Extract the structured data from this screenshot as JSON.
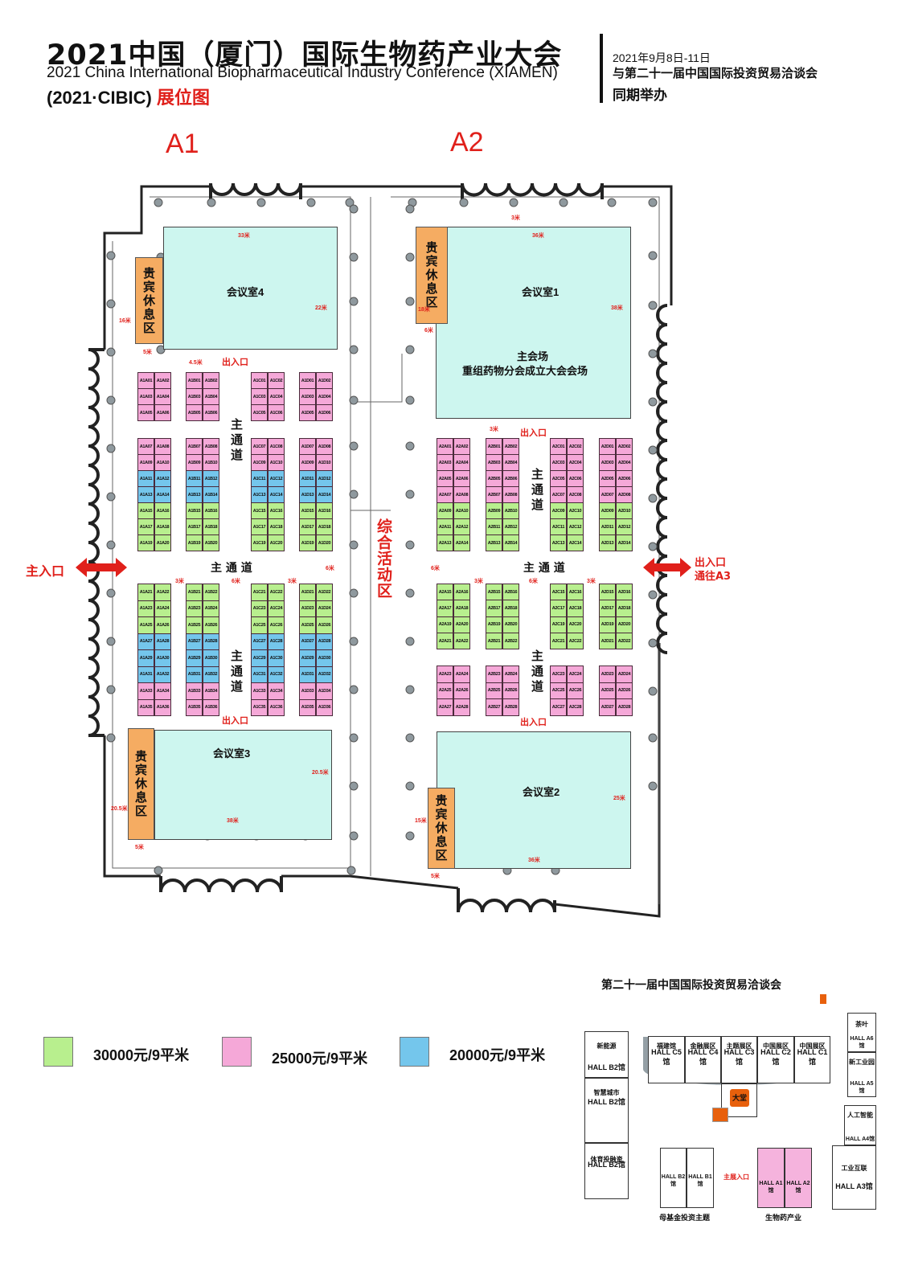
{
  "header": {
    "title": "2021中国（厦门）国际生物药产业大会",
    "subtitle_en": "2021 China International Biopharmaceutical Industry Conference (XIAMEN)",
    "abbr": "(2021·CIBIC)",
    "abbr_red": "展位图",
    "date": "2021年9月8日-11日",
    "concurrent": "与第二十一届中国国际投资贸易洽谈会",
    "concurrent2": "同期举办"
  },
  "halls": {
    "a1": "A1",
    "a2": "A2"
  },
  "rooms": {
    "r4": "会议室4",
    "r1": "会议室1",
    "r1_sub1": "主会场",
    "r1_sub2": "重组药物分会成立大会会场",
    "r3": "会议室3",
    "r2": "会议室2"
  },
  "vip": "贵宾休息区",
  "aisle": "主通道",
  "aisle_h": "主 通 道",
  "activity": "综合活动区",
  "exit": "出入口",
  "main_entrance": "主入口",
  "right_exit": "出入口",
  "right_exit2": "通往A3",
  "dims": [
    "33米",
    "22米",
    "16米",
    "5米",
    "4.5米",
    "36米",
    "38米",
    "18米",
    "6米",
    "3米",
    "3米",
    "3米",
    "6米",
    "3米",
    "6米",
    "6米",
    "3米",
    "6米",
    "3米",
    "20.5米",
    "38米",
    "20.5米",
    "5米",
    "15米",
    "25米",
    "36米",
    "5米"
  ],
  "colors": {
    "green": "#b8ef8e",
    "pink": "#f5a8d8",
    "blue": "#74c6ec",
    "red": "#e0201b",
    "room": "#cdf6ef",
    "vip": "#f5ac62"
  },
  "legend": [
    {
      "tier": "green",
      "label": "30000元/9平米"
    },
    {
      "tier": "pink",
      "label": "25000元/9平米"
    },
    {
      "tier": "blue",
      "label": "20000元/9平米"
    }
  ],
  "booths": [
    {
      "ids": [
        "A1A01",
        "A1A02",
        "A1A03",
        "A1A04",
        "A1A05",
        "A1A06"
      ],
      "tiers": "ppp"
    },
    {
      "ids": [
        "A1B01",
        "A1B02",
        "A1B03",
        "A1B04",
        "A1B05",
        "A1B06"
      ],
      "tiers": "ppp"
    },
    {
      "ids": [
        "A1C01",
        "A1C02",
        "A1C03",
        "A1C04",
        "A1C05",
        "A1C06"
      ],
      "tiers": "ppp"
    },
    {
      "ids": [
        "A1D01",
        "A1D02",
        "A1D03",
        "A1D04",
        "A1D05",
        "A1D06"
      ],
      "tiers": "ppp"
    },
    {
      "ids": [
        "A1A07",
        "A1A08",
        "A1A09",
        "A1A10",
        "A1A11",
        "A1A12",
        "A1A13",
        "A1A14",
        "A1A15",
        "A1A16",
        "A1A17",
        "A1A18",
        "A1A19",
        "A1A20"
      ],
      "tiers": "ppbbggg"
    },
    {
      "ids": [
        "A1B07",
        "A1B08",
        "A1B09",
        "A1B10",
        "A1B11",
        "A1B12",
        "A1B13",
        "A1B14",
        "A1B15",
        "A1B16",
        "A1B17",
        "A1B18",
        "A1B19",
        "A1B20"
      ],
      "tiers": "ppbbggg"
    },
    {
      "ids": [
        "A1C07",
        "A1C08",
        "A1C09",
        "A1C10",
        "A1C11",
        "A1C12",
        "A1C13",
        "A1C14",
        "A1C15",
        "A1C16",
        "A1C17",
        "A1C18",
        "A1C19",
        "A1C20"
      ],
      "tiers": "ppbbggg"
    },
    {
      "ids": [
        "A1D07",
        "A1D08",
        "A1D09",
        "A1D10",
        "A1D11",
        "A1D12",
        "A1D13",
        "A1D14",
        "A1D15",
        "A1D16",
        "A1D17",
        "A1D18",
        "A1D19",
        "A1D20"
      ],
      "tiers": "ppbbggg"
    },
    {
      "ids": [
        "A1A21",
        "A1A22",
        "A1A23",
        "A1A24",
        "A1A25",
        "A1A26",
        "A1A27",
        "A1A28",
        "A1A29",
        "A1A30",
        "A1A31",
        "A1A32",
        "A1A33",
        "A1A34",
        "A1A35",
        "A1A36"
      ],
      "tiers": "gggbbbpp"
    },
    {
      "ids": [
        "A1B21",
        "A1B22",
        "A1B23",
        "A1B24",
        "A1B25",
        "A1B26",
        "A1B27",
        "A1B28",
        "A1B29",
        "A1B30",
        "A1B31",
        "A1B32",
        "A1B33",
        "A1B34",
        "A1B35",
        "A1B36"
      ],
      "tiers": "gggbbbpp"
    },
    {
      "ids": [
        "A1C21",
        "A1C22",
        "A1C23",
        "A1C24",
        "A1C25",
        "A1C26",
        "A1C27",
        "A1C28",
        "A1C29",
        "A1C30",
        "A1C31",
        "A1C32",
        "A1C33",
        "A1C34",
        "A1C35",
        "A1C36"
      ],
      "tiers": "gggbbbpp"
    },
    {
      "ids": [
        "A1D21",
        "A1D22",
        "A1D23",
        "A1D24",
        "A1D25",
        "A1D26",
        "A1D27",
        "A1D28",
        "A1D29",
        "A1D30",
        "A1D31",
        "A1D32",
        "A1D33",
        "A1D34",
        "A1D35",
        "A1D36"
      ],
      "tiers": "gggbbbpp"
    },
    {
      "ids": [
        "A2A01",
        "A2A02",
        "A2A03",
        "A2A04",
        "A2A05",
        "A2A06",
        "A2A07",
        "A2A08",
        "A2A09",
        "A2A10",
        "A2A11",
        "A2A12",
        "A2A13",
        "A2A14"
      ],
      "tiers": "ppppggg"
    },
    {
      "ids": [
        "A2B01",
        "A2B02",
        "A2B03",
        "A2B04",
        "A2B05",
        "A2B06",
        "A2B07",
        "A2B08",
        "A2B09",
        "A2B10",
        "A2B11",
        "A2B12",
        "A2B13",
        "A2B14"
      ],
      "tiers": "ppppggg"
    },
    {
      "ids": [
        "A2C01",
        "A2C02",
        "A2C03",
        "A2C04",
        "A2C05",
        "A2C06",
        "A2C07",
        "A2C08",
        "A2C09",
        "A2C10",
        "A2C11",
        "A2C12",
        "A2C13",
        "A2C14"
      ],
      "tiers": "ppppggg"
    },
    {
      "ids": [
        "A2D01",
        "A2D02",
        "A2D03",
        "A2D04",
        "A2D05",
        "A2D06",
        "A2D07",
        "A2D08",
        "A2D09",
        "A2D10",
        "A2D11",
        "A2D12",
        "A2D13",
        "A2D14"
      ],
      "tiers": "ppppggg"
    },
    {
      "ids": [
        "A2A15",
        "A2A16",
        "A2A17",
        "A2A18",
        "A2A19",
        "A2A20",
        "A2A21",
        "A2A22"
      ],
      "tiers": "gggg"
    },
    {
      "ids": [
        "A2B15",
        "A2B16",
        "A2B17",
        "A2B18",
        "A2B19",
        "A2B20",
        "A2B21",
        "A2B22"
      ],
      "tiers": "gggg"
    },
    {
      "ids": [
        "A2C15",
        "A2C16",
        "A2C17",
        "A2C18",
        "A2C19",
        "A2C20",
        "A2C21",
        "A2C22"
      ],
      "tiers": "gggg"
    },
    {
      "ids": [
        "A2D15",
        "A2D16",
        "A2D17",
        "A2D18",
        "A2D19",
        "A2D20",
        "A2D21",
        "A2D22"
      ],
      "tiers": "gggg"
    },
    {
      "ids": [
        "A2A23",
        "A2A24",
        "A2A25",
        "A2A26",
        "A2A27",
        "A2A28"
      ],
      "tiers": "ppp"
    },
    {
      "ids": [
        "A2B23",
        "A2B24",
        "A2B25",
        "A2B26",
        "A2B27",
        "A2B28"
      ],
      "tiers": "ppp"
    },
    {
      "ids": [
        "A2C23",
        "A2C24",
        "A2C25",
        "A2C26",
        "A2C27",
        "A2C28"
      ],
      "tiers": "ppp"
    },
    {
      "ids": [
        "A2D23",
        "A2D24",
        "A2D25",
        "A2D26",
        "A2D27",
        "A2D28"
      ],
      "tiers": "ppp"
    }
  ],
  "minimap": {
    "title": "第二十一届中国国际投资贸易洽谈会",
    "halls": [
      {
        "name": "新能源",
        "hall": "HALL B2馆"
      },
      {
        "name": "智慧城市",
        "hall": "HALL B2馆"
      },
      {
        "name": "体育投融资",
        "hall": "HALL B2馆"
      },
      {
        "name": "福建馆",
        "hall": "HALL C5馆"
      },
      {
        "name": "金融展区",
        "hall": "HALL C4馆"
      },
      {
        "name": "主题展区",
        "hall": "HALL C3馆"
      },
      {
        "name": "中国展区",
        "hall": "HALL C2馆"
      },
      {
        "name": "中国展区",
        "hall": "HALL C1馆"
      },
      {
        "name": "茶叶",
        "hall": "HALL A6馆"
      },
      {
        "name": "新工业园",
        "hall": "HALL A5馆"
      },
      {
        "name": "人工智能",
        "hall": "HALL A4馆"
      },
      {
        "name": "工业互联",
        "hall": "HALL A3馆"
      }
    ],
    "b2": "HALL B2馆",
    "b1": "HALL B1馆",
    "b_caption": "母基金投资主题",
    "a1": "HALL A1馆",
    "a2": "HALL A2馆",
    "a_caption": "生物药产业",
    "lobby": "大堂",
    "entrance": "主展入口"
  }
}
